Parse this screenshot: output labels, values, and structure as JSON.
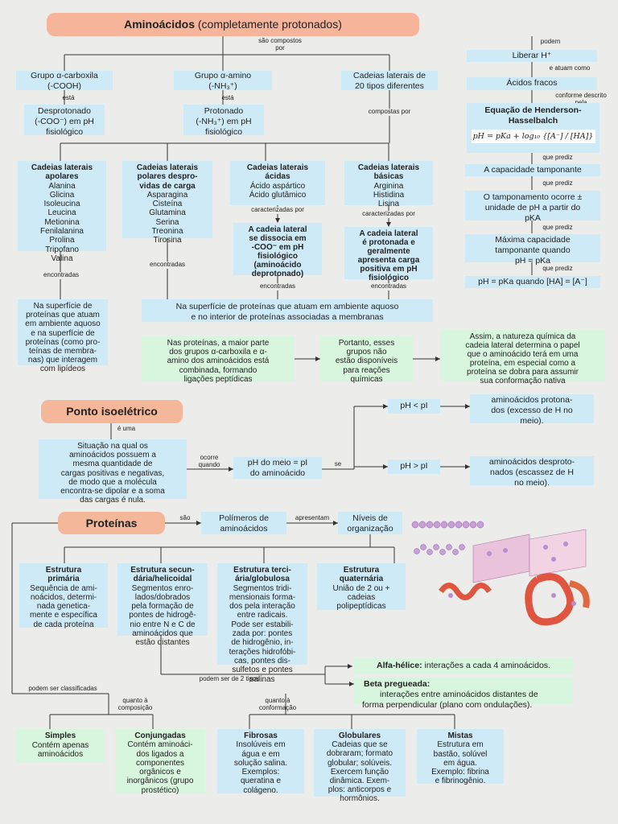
{
  "title": {
    "bold": "Aminoácidos",
    "rest": "(completamente protonados)"
  },
  "labels": {
    "sao_compostos": "são compostos",
    "por": "por",
    "podem": "podem",
    "esta1": "está",
    "esta2": "está",
    "compostas_por": "compostas por",
    "e_atuam_como": "e atuam como",
    "conforme": "conforme descrito",
    "pela": "pela",
    "que_prediz1": "que prediz",
    "que_prediz2": "que prediz",
    "que_prediz3": "que prediz",
    "que_prediz4": "que prediz",
    "caracterizadas1": "caracterizadas por",
    "caracterizadas2": "caracterizadas por",
    "encontradas1": "encontradas",
    "encontradas2": "encontradas",
    "encontradas3": "encontradas",
    "encontradas4": "encontradas",
    "e_uma": "é uma",
    "ocorre": "ocorre",
    "quando": "quando",
    "se": "se",
    "sao": "são",
    "apresentam": "apresentam",
    "podem_ser_2": "podem ser de 2 tipos",
    "podem_ser_class": "podem ser classificadas",
    "quanto_comp_1": "quanto à",
    "quanto_comp_2": "composição",
    "quanto_conf_1": "quanto à",
    "quanto_conf_2": "conformação"
  },
  "groups": {
    "carboxila": [
      "Grupo α-carboxila",
      "(-COOH)"
    ],
    "amino": [
      "Grupo α-amino",
      "(-NH₃⁺)"
    ],
    "cadeias": [
      "Cadeias laterais de",
      "20 tipos diferentes"
    ],
    "desprotonado": [
      "Desprotonado",
      "(-COO⁻) em pH",
      "fisiológico"
    ],
    "protonado": [
      "Protonado",
      "(-NH₃⁺) em pH",
      "fisiológico"
    ]
  },
  "right_col": {
    "liberar": "Liberar H⁺",
    "acidos": "Ácidos fracos",
    "hh_title": [
      "Equação de Henderson-",
      "Hasselbalch"
    ],
    "hh_formula": "pH = pKa + log₁₀ {[A⁻] / [HA]}",
    "capacidade": "A capacidade tamponante",
    "tamponamento": [
      "O tamponamento ocorre ±",
      "unidade de pH a partir do",
      "pKA"
    ],
    "maxima": [
      "Máxima capacidade",
      "tamponante quando",
      "pH = pKa"
    ],
    "phpka": "pH = pKa quando [HA] = [A⁻]"
  },
  "side_chains": {
    "apolares": {
      "title": [
        "Cadeias laterais",
        "apolares"
      ],
      "items": [
        "Alanina",
        "Glicina",
        "Isoleucina",
        "Leucina",
        "Metionina",
        "Fenilalanina",
        "Prolina",
        "Tripofano",
        "Valina"
      ]
    },
    "polares": {
      "title": [
        "Cadeias laterais",
        "polares despro-",
        "vidas de carga"
      ],
      "items": [
        "Asparagina",
        "Cisteína",
        "Glutamina",
        "Serina",
        "Treonina",
        "Tirosina"
      ]
    },
    "acidas": {
      "title": [
        "Cadeias laterais",
        "ácidas"
      ],
      "items": [
        "Ácido aspártico",
        "Ácido glutâmico"
      ]
    },
    "basicas": {
      "title": [
        "Cadeias laterais",
        "básicas"
      ],
      "items": [
        "Arginina",
        "Histidina",
        "Lisina"
      ]
    }
  },
  "charac": {
    "acida": [
      "A cadeia lateral",
      "se dissocia em",
      "-COO⁻ em pH",
      "fisiológico",
      "(aminoácido",
      "deprotonado)"
    ],
    "basica": [
      "A cadeia lateral",
      "é protonada e",
      "geralmente",
      "apresenta carga",
      "positiva em pH",
      "fisiológico"
    ]
  },
  "found": {
    "superficie": [
      "Na superfície de",
      "proteínas que atuam",
      "em ambiente aquoso",
      "e na superfície de",
      "proteínas (como pro-",
      "teínas de membra-",
      "nas) que interagem",
      "com lipídeos"
    ],
    "interior": [
      "Na superfície de proteínas que atuam em ambiente aquoso",
      "e no interior de proteínas associadas a membranas"
    ]
  },
  "green_row": {
    "a": [
      "Nas proteínas, a maior parte",
      "dos grupos α-carboxila e α-",
      "amino dos aminoácidos está",
      "combinada, formando",
      "ligações peptídicas"
    ],
    "b": [
      "Portanto, esses",
      "grupos não",
      "estão disponíveis",
      "para reações",
      "químicas"
    ],
    "c": [
      "Assim, a natureza química da",
      "cadeia lateral determina o papel",
      "que o aminoácido terá em uma",
      "proteína, em especial como a",
      "proteína se dobra para assumir",
      "sua conformação nativa"
    ]
  },
  "isoelectric": {
    "title": "Ponto isoelétrico",
    "def": [
      "Situação na qual os",
      "aminoácidos possuem a",
      "mesma quantidade de",
      "cargas positivas e negativas,",
      "de modo que a molécula",
      "encontra-se dipolar e a soma",
      "das cargas é nula."
    ],
    "ph_meio": [
      "pH do meio = pI",
      "do aminoácido"
    ],
    "ph_lt": "pH < pI",
    "ph_gt": "pH > pI",
    "protonados": [
      "aminoácidos protona-",
      "dos (excesso de H no",
      "meio)."
    ],
    "desprotonados": [
      "aminoácidos desproto-",
      "nados (escassez de H",
      "no meio)."
    ]
  },
  "proteins": {
    "title": "Proteínas",
    "polimeros": [
      "Polímeros de",
      "aminoácidos"
    ],
    "niveis": [
      "Níveis de",
      "organização"
    ],
    "primaria": {
      "title": [
        "Estrutura",
        "primária"
      ],
      "text": [
        "Sequência de ami-",
        "noácidos, determi-",
        "nada genetica-",
        "mente e específica",
        "de cada proteína"
      ]
    },
    "secundaria": {
      "title": [
        "Estrutura secun-",
        "dária/helicoidal"
      ],
      "text": [
        "Segmentos enro-",
        "lados/dobrados",
        "pela formação de",
        "pontes de hidrogê-",
        "nio entre N e C de",
        "aminoácidos que",
        "estão distantes"
      ]
    },
    "terciaria": {
      "title": [
        "Estrutura terci-",
        "ária/globulosa"
      ],
      "text": [
        "Segmentos tridi-",
        "mensionais forma-",
        "dos pela interação",
        "entre radicais.",
        "Pode ser estabili-",
        "zada por: pontes",
        "de hidrogênio, in-",
        "terações hidrofóbi-",
        "cas, pontes dis-",
        "sulfetos e pontes",
        "salinas"
      ]
    },
    "quaternaria": {
      "title": [
        "Estrutura",
        "quaternária"
      ],
      "text": [
        "União de 2 ou +",
        "cadeias",
        "polipeptídicas"
      ]
    },
    "alfa": {
      "bold": "Alfa-hélice:",
      "text": "interações a cada 4 aminoácidos."
    },
    "beta": {
      "bold": "Beta pregueada:",
      "text": [
        "interações entre aminoácidos distantes de",
        "forma perpendicular (plano com ondulações)."
      ]
    },
    "simples": {
      "title": "Simples",
      "text": [
        "Contém apenas",
        "aminoácidos"
      ]
    },
    "conjugadas": {
      "title": "Conjungadas",
      "text": [
        "Contém aminoáci-",
        "dos ligados a",
        "componentes",
        "orgânicos e",
        "inorgânicos (grupo",
        "prostético)"
      ]
    },
    "fibrosas": {
      "title": "Fibrosas",
      "text": [
        "Insolúveis em",
        "água e em",
        "solução salina.",
        "Exemplos:",
        "queratina e",
        "colágeno."
      ]
    },
    "globulares": {
      "title": "Globulares",
      "text": [
        "Cadeias que se",
        "dobraram; formato",
        "globular; solúveis.",
        "Exercem função",
        "dinâmica. Exem-",
        "plos: anticorpos e",
        "hormônios."
      ]
    },
    "mistas": {
      "title": "Mistas",
      "text": [
        "Estrutura em",
        "bastão, solúvel",
        "em água.",
        "Exemplo: fibrina",
        "e fibrinogênio."
      ]
    }
  },
  "colors": {
    "blue_box": "#cfeaf7",
    "green_box": "#d8f5dd",
    "salmon": "#f4b79a",
    "background": "#ececea"
  }
}
